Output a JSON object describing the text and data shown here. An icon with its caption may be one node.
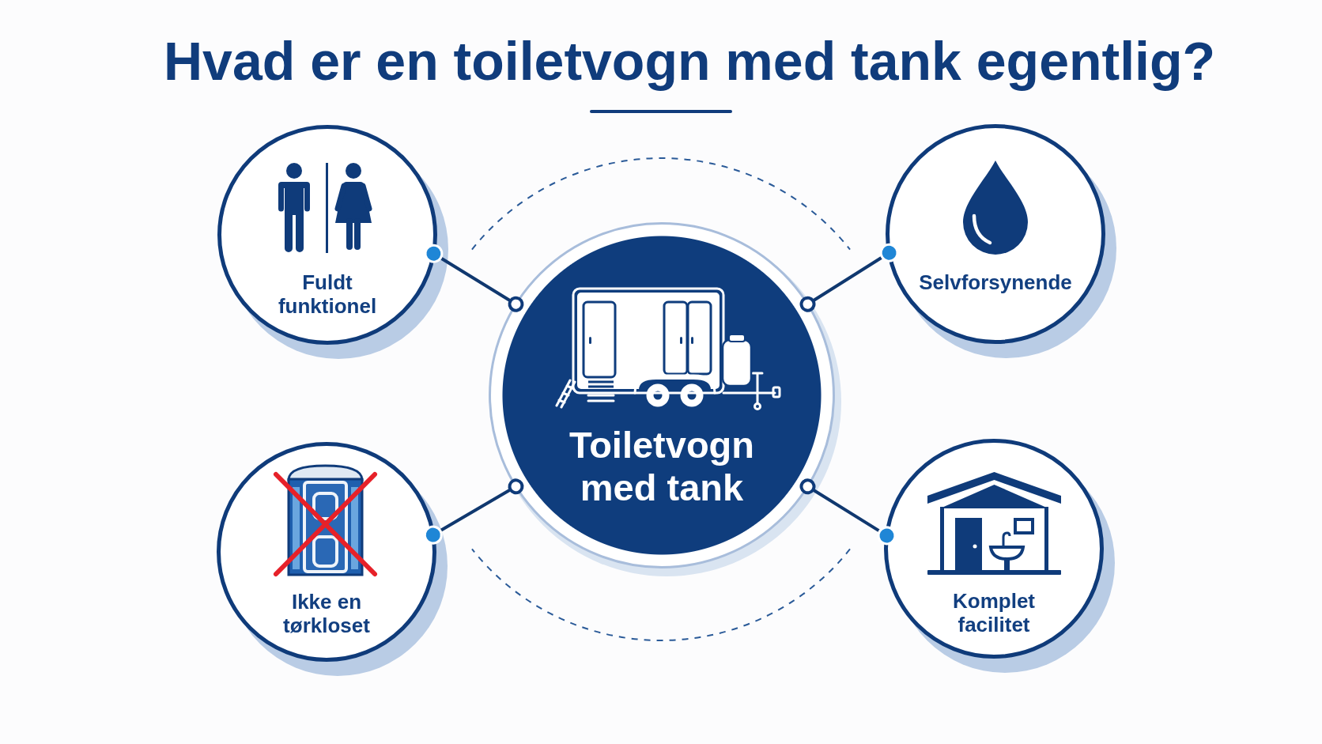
{
  "diagram": {
    "title": "Hvad er en toiletvogn med tank egentlig?",
    "nodes": [
      {
        "text": [
          "Fuldt funktionel"
        ]
      },
      {
        "text": [
          "Selvforsynende"
        ]
      },
      {
        "text": [
          "Toiletvogn med tank"
        ]
      },
      {
        "text": [
          "Ikke en tørkloset"
        ]
      },
      {
        "text": [
          "Komplet facilitet"
        ]
      }
    ],
    "edges": [
      {
        "from": 2,
        "to": 0,
        "arrow": "other"
      },
      {
        "from": 2,
        "to": 1,
        "arrow": "other"
      },
      {
        "from": 2,
        "to": 3,
        "arrow": "other"
      },
      {
        "from": 2,
        "to": 4,
        "arrow": "other"
      }
    ]
  }
}
